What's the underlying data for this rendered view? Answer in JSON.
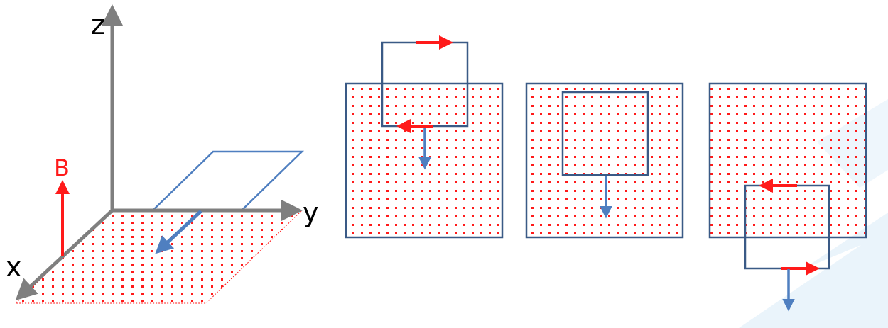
{
  "axes": {
    "z_label": "z",
    "y_label": "y",
    "x_label": "x"
  },
  "field": {
    "label": "B"
  },
  "colors": {
    "field": "#ff1a1a",
    "loop": "#3a5a86",
    "velocity": "#4f7fc0",
    "axis": "#7f7f7f",
    "watermark": "#e8f3fb"
  },
  "panels": [
    {
      "loop_position": "entering",
      "current_arrows": [
        "top-right",
        "bottom-left"
      ],
      "velocity": "down"
    },
    {
      "loop_position": "inside",
      "current_arrows": [],
      "velocity": "down"
    },
    {
      "loop_position": "leaving",
      "current_arrows": [
        "top-left",
        "bottom-right"
      ],
      "velocity": "down"
    }
  ]
}
